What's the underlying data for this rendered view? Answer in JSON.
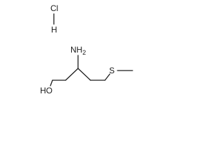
{
  "structure": {
    "labels": {
      "chlorine": "Cl",
      "hydrogen": "H",
      "amino": "NH2",
      "amino_main": "NH",
      "amino_subscript": "2",
      "sulfur": "S",
      "hydroxyl": "HO"
    }
  }
}
